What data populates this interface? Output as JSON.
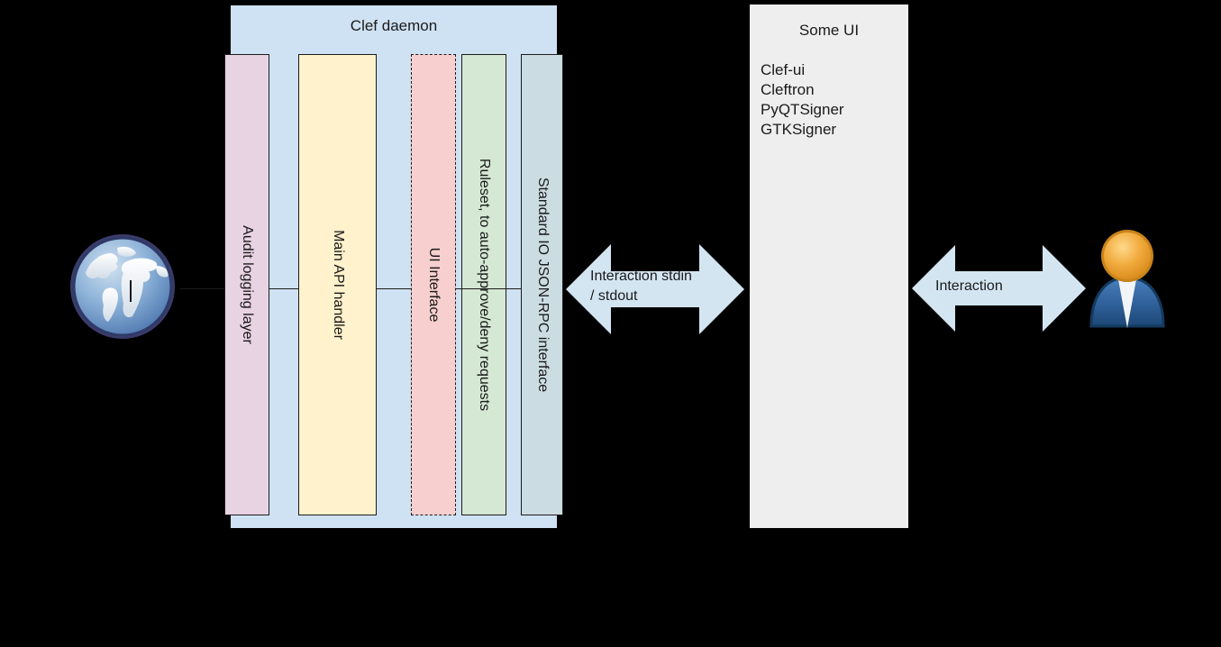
{
  "diagram": {
    "background_color": "#000000",
    "daemon": {
      "title": "Clef daemon",
      "fill": "#cfe2f3",
      "columns": [
        {
          "label": "Audit logging layer",
          "fill": "#e8d3e3",
          "border": "solid",
          "name": "audit-logging-layer"
        },
        {
          "label": "Main API handler",
          "fill": "#fff2cc",
          "border": "solid",
          "name": "main-api-handler"
        },
        {
          "label": "UI Interface",
          "fill": "#f7cfcf",
          "border": "dashed",
          "name": "ui-interface"
        },
        {
          "label": "Ruleset, to auto-approve/deny requests",
          "fill": "#d5e8d4",
          "border": "solid",
          "name": "ruleset"
        },
        {
          "label": "Standard IO JSON-RPC interface",
          "fill": "#ccdce3",
          "border": "solid",
          "name": "stdio-jsonrpc-interface"
        }
      ]
    },
    "some_ui": {
      "title": "Some UI",
      "fill": "#eeeeee",
      "items": [
        "Clef-ui",
        "Cleftron",
        "PyQTSigner",
        "GTKSigner"
      ]
    },
    "arrows": [
      {
        "label": "Interaction stdin\n/ stdout",
        "fill": "#d4e5f2",
        "name": "arrow-daemon-to-ui"
      },
      {
        "label": "Interaction",
        "fill": "#d4e5f2",
        "name": "arrow-ui-to-user"
      }
    ],
    "icons": [
      {
        "name": "globe-icon",
        "alt": "Internet globe"
      },
      {
        "name": "user-icon",
        "alt": "User person"
      }
    ]
  }
}
